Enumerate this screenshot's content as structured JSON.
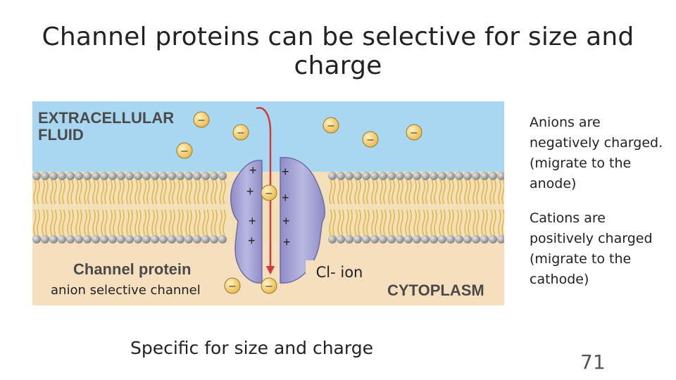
{
  "slide": {
    "title": "Channel proteins can be selective for size and charge",
    "caption": "Specific for size and charge",
    "notes": [
      "Anions are negatively charged. (migrate to the anode)",
      "Cations are positively charged (migrate to the cathode)"
    ],
    "slide_number": "71"
  },
  "diagram": {
    "extracellular_label_line1": "EXTRACELLULAR",
    "extracellular_label_line2": "FLUID",
    "protein_label": "Channel protein",
    "anion_label": "anion selective channel",
    "ion_label": "Cl- ion",
    "cytoplasm_label": "CYTOPLASM",
    "anion_symbol": "–",
    "charge_symbol": "+",
    "colors": {
      "extracellular": "#a9d6f0",
      "cytoplasm": "#f6dfbf",
      "lipid_head": "#9b9b9b",
      "lipid_tail": "#e0b64a",
      "protein": "#a9a8d8",
      "ion": "#f6d77a",
      "arrow": "#d03a3a"
    }
  }
}
